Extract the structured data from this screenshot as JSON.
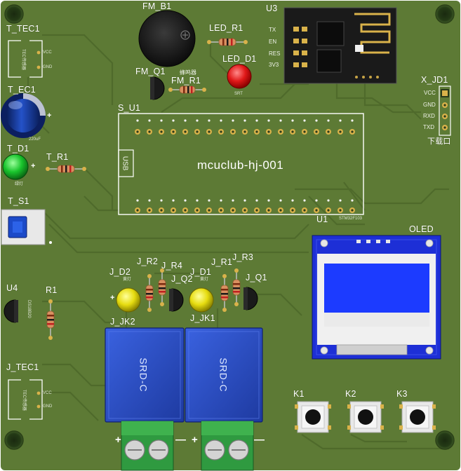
{
  "board": {
    "colors": {
      "pcb": "#5d7a35",
      "trace": "#526e2c",
      "pad": "#d9b24a",
      "relay": "#2a4bc0",
      "terminal": "#3aa04a",
      "oled": "#1d2fd6"
    },
    "designators": {
      "fm_b1": "FM_B1",
      "u3": "U3",
      "t_tec1": "T_TEC1",
      "led_r1": "LED_R1",
      "led_d1": "LED_D1",
      "fm_q1": "FM_Q1",
      "fm_r1": "FM_R1",
      "t_ec1": "T_EC1",
      "s_u1": "S_U1",
      "x_jd1": "X_JD1",
      "t_d1": "T_D1",
      "t_r1": "T_R1",
      "t_s1": "T_S1",
      "u1": "U1",
      "oled": "OLED",
      "j_r2": "J_R2",
      "j_r4": "J_R4",
      "j_r1": "J_R1",
      "j_r3": "J_R3",
      "j_d2": "J_D2",
      "j_q2": "J_Q2",
      "j_d1": "J_D1",
      "j_q1": "J_Q1",
      "u4": "U4",
      "r1": "R1",
      "j_jk2": "J_JK2",
      "j_jk1": "J_JK1",
      "j_tec1": "J_TEC1",
      "k1": "K1",
      "k2": "K2",
      "k3": "K3"
    },
    "silk": {
      "buzzer_cn": "蜂鸣器",
      "led_sub": "SRT",
      "cap_value": "220uF",
      "green_led_sub": "绿灯",
      "yellow_led_sub": "黄灯",
      "usb": "USB",
      "board_name": "mcuclub-hj-001",
      "u1_part": "STM32F103",
      "download": "下载口",
      "relay_model": "SRD-C",
      "vcc": "VCC",
      "gnd": "GND",
      "u4_part": "DS18B20",
      "tec_part": "TEC传感器"
    },
    "esp_pins": [
      "TX",
      "EN",
      "RES",
      "3V3"
    ],
    "xjd_pins": [
      "VCC",
      "GND",
      "RXD",
      "TXD"
    ],
    "terminal_plus": "+",
    "terminal_minus": "—"
  }
}
